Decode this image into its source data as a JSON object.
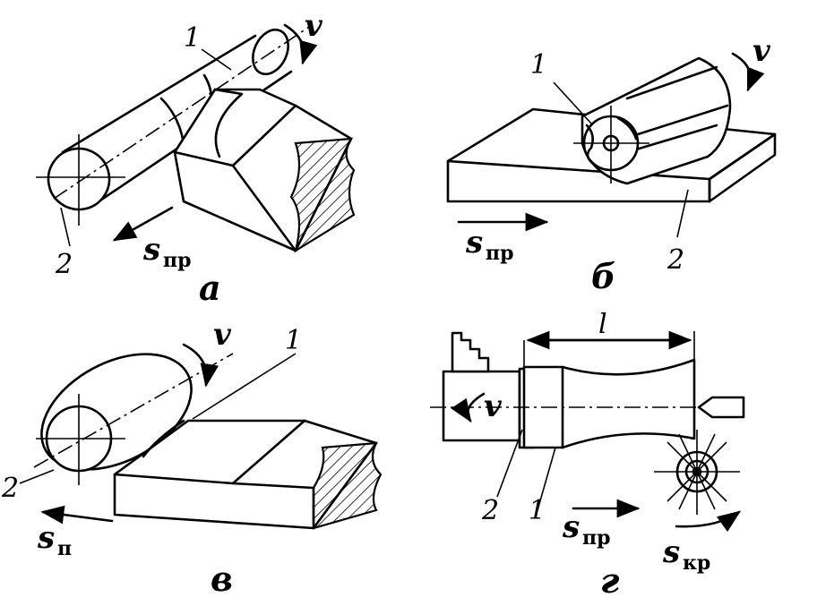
{
  "panels": {
    "a": {
      "label": "а",
      "part_1": "1",
      "part_2": "2",
      "speed": "v",
      "feed_symbol": "s",
      "feed_sub": "пр"
    },
    "b": {
      "label": "б",
      "part_1": "1",
      "part_2": "2",
      "speed": "v",
      "feed_symbol": "s",
      "feed_sub": "пр"
    },
    "v": {
      "label": "в",
      "part_1": "1",
      "part_2": "2",
      "speed": "v",
      "feed_symbol": "s",
      "feed_sub": "п"
    },
    "g": {
      "label": "г",
      "part_1": "1",
      "part_2": "2",
      "speed": "v",
      "length": "l",
      "feed_symbol": "s",
      "feed_sub": "пр",
      "circ_feed_symbol": "s",
      "circ_feed_sub": "кр"
    }
  }
}
